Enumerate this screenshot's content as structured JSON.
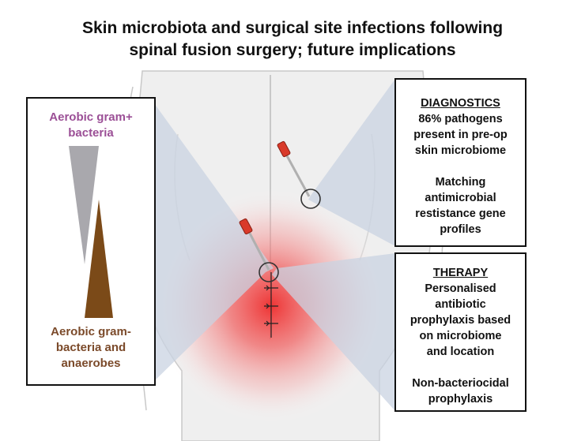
{
  "title": {
    "line1": "Skin microbiota and surgical site infections following",
    "line2": "spinal fusion surgery; future implications"
  },
  "left_panel": {
    "top_label": [
      "Aerobic gram+",
      "bacteria"
    ],
    "bottom_label": [
      "Aerobic gram-",
      "bacteria and",
      "anaerobes"
    ],
    "colors": {
      "gram_positive": "#a9a8ad",
      "gram_negative": "#7b4a18"
    }
  },
  "diagnostics": {
    "heading": "DIAGNOSTICS",
    "lines": [
      "86% pathogens",
      "present  in pre-op",
      "skin microbiome"
    ],
    "lines2": [
      "Matching",
      "antimicrobial",
      "restistance  gene",
      "profiles"
    ]
  },
  "therapy": {
    "heading": "THERAPY",
    "lines": [
      "Personalised",
      "antibiotic",
      "prophylaxis based",
      "on microbiome",
      "and  location"
    ],
    "lines2": [
      "Non-bacteriocidal",
      "prophylaxis"
    ]
  },
  "colors": {
    "infection": "#ee2b2b",
    "callout": "#c9d3e2",
    "swab_tip": "#d93a2a",
    "body_outline": "#c8c8c8"
  }
}
